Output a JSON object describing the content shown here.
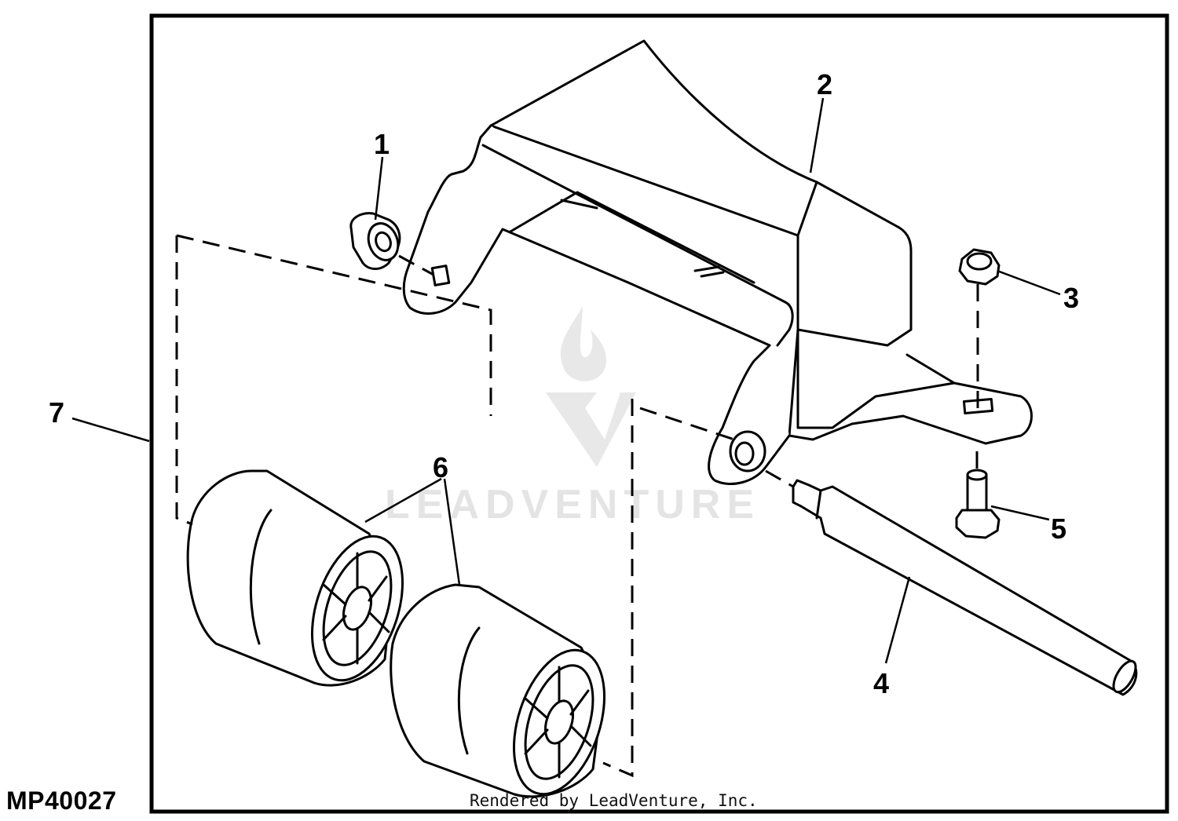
{
  "figure_id": "MP40027",
  "credit": "Rendered by LeadVenture, Inc.",
  "watermark": {
    "text": "LEADVENTURE",
    "color": "#e4e4e4"
  },
  "callouts": [
    {
      "id": "1",
      "label": "1"
    },
    {
      "id": "2",
      "label": "2"
    },
    {
      "id": "3",
      "label": "3"
    },
    {
      "id": "4",
      "label": "4"
    },
    {
      "id": "5",
      "label": "5"
    },
    {
      "id": "6",
      "label": "6"
    },
    {
      "id": "7",
      "label": "7"
    }
  ],
  "colors": {
    "line": "#000000",
    "background": "#ffffff"
  }
}
